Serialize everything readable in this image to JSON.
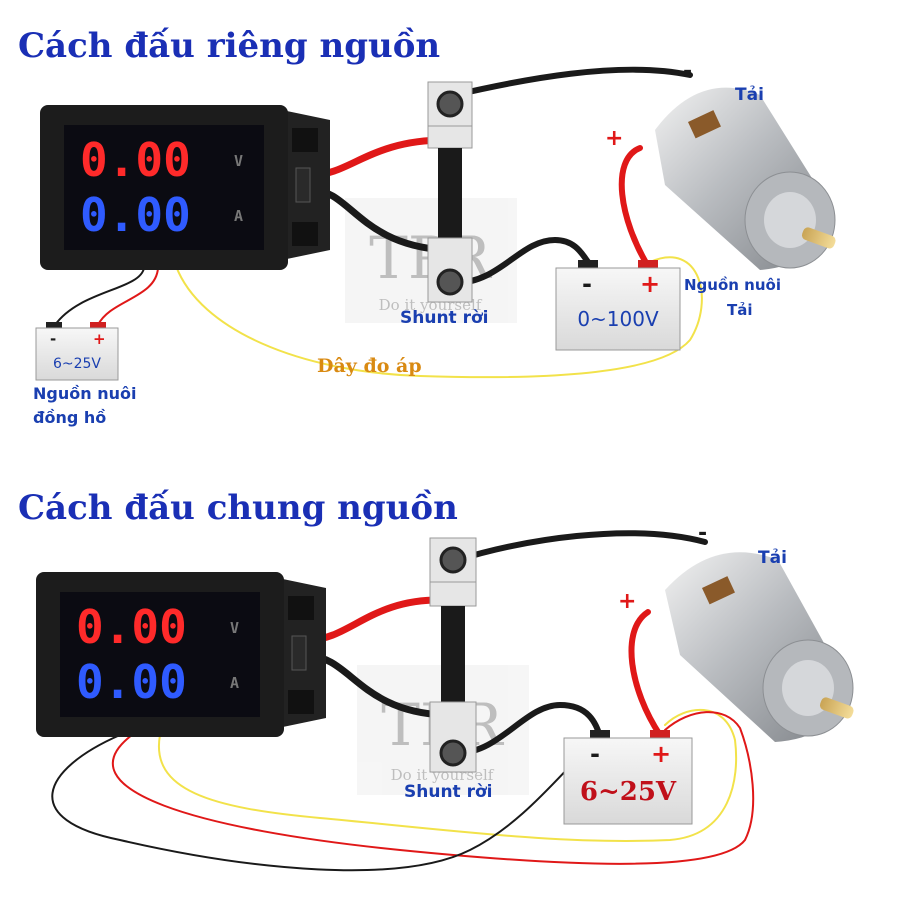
{
  "section1": {
    "title": "Cách đấu riêng nguồn",
    "meter": {
      "voltage_reading": "0.00",
      "current_reading": "0.00",
      "unit_v": "V",
      "unit_a": "A"
    },
    "shunt_label": "Shunt rời",
    "load_label": "Tải",
    "load_supply": {
      "value": "0~100V",
      "minus": "-",
      "plus": "+",
      "label_line1": "Nguồn nuôi",
      "label_line2": "Tải"
    },
    "meter_supply": {
      "value": "6~25V",
      "minus": "-",
      "plus": "+",
      "label_line1": "Nguồn nuôi",
      "label_line2": "đồng hồ"
    },
    "sense_wire_label": "Dây đo áp",
    "motor_plus": "+",
    "motor_minus": "-"
  },
  "section2": {
    "title": "Cách đấu chung nguồn",
    "meter": {
      "voltage_reading": "0.00",
      "current_reading": "0.00",
      "unit_v": "V",
      "unit_a": "A"
    },
    "shunt_label": "Shunt rời",
    "load_label": "Tải",
    "supply": {
      "value": "6~25V",
      "minus": "-",
      "plus": "+"
    },
    "motor_plus": "+",
    "motor_minus": "-"
  },
  "watermark": {
    "mark": "TPR",
    "text": "Do it yourself"
  },
  "colors": {
    "title": "#1a2fb5",
    "label": "#1a3fb0",
    "seg_red": "#ff2a2a",
    "seg_blue": "#2f5bff",
    "wire_red": "#e01818",
    "wire_black": "#1a1a1a",
    "wire_yellow": "#f2e24a"
  }
}
